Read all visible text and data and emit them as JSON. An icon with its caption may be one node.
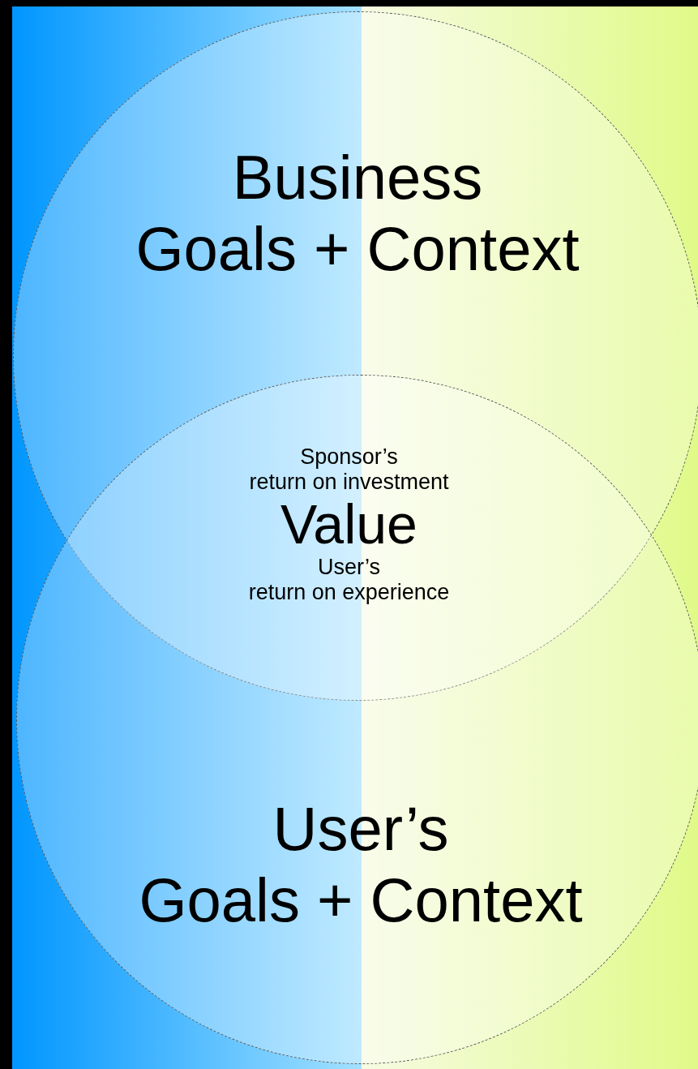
{
  "diagram": {
    "nodes": [
      {
        "text": [
          "Business",
          "Goals + Context"
        ]
      },
      {
        "text": [
          "User’s",
          "Goals + Context"
        ]
      }
    ],
    "labels": [
      "Sponsor’s",
      "return on investment",
      "Value",
      "User’s",
      "return on experience"
    ]
  }
}
